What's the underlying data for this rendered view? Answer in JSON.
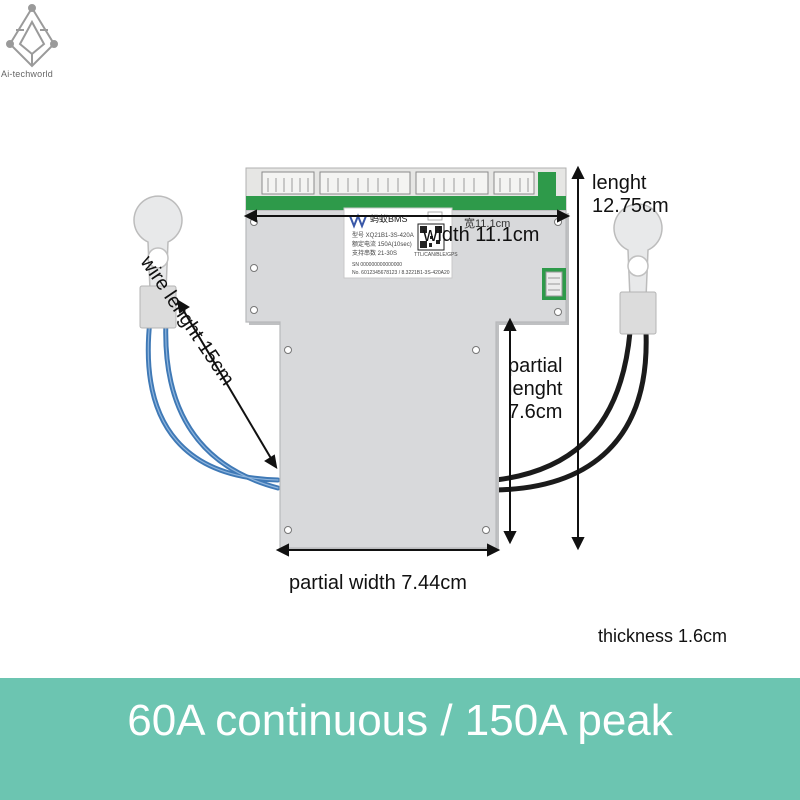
{
  "watermark": {
    "brand": "Ai-techworld",
    "icon": "circuit-brain-icon"
  },
  "labels": {
    "length": "lenght\n12.75cm",
    "width": "width 11.1cm",
    "width_chinese": "宽11.1cm",
    "wire_length": "wire lenght 15cm",
    "partial_length": "partial\nlenght\n7.6cm",
    "partial_width": "partial width 7.44cm",
    "thickness": "thickness 1.6cm"
  },
  "product_label": {
    "brand": "蚂蚁BMS",
    "model": "型号 XQ21B1-3S-420A",
    "current": "额定电流 150A(10sec)",
    "series": "支持串数 21-30S",
    "protocol": "TTL/CAN/BLE/GPS",
    "sn": "SN 000000000000000",
    "no": "No. 6012345678123 / 8.3221B1-3S-420A20",
    "qr_icon": "qr-code-icon"
  },
  "caption": "60A continuous / 150A peak",
  "colors": {
    "banner": "#6cc5b1",
    "board": "#d7d8da",
    "wire_blue": "#3f79b6",
    "wire_black": "#1b1b1b",
    "pcb_green": "#2e9a4a"
  }
}
